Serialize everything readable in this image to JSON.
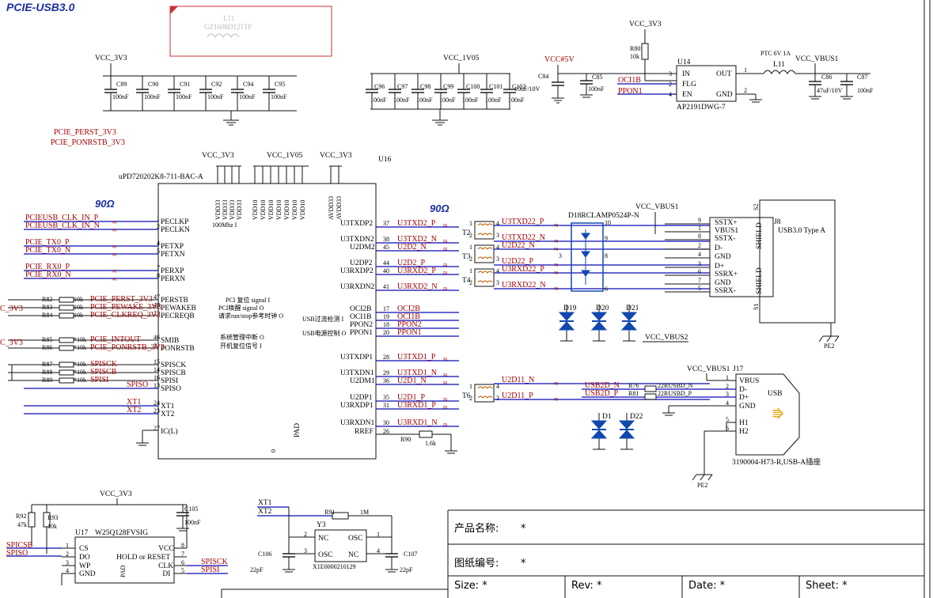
{
  "title": "PCIE-USB3.0",
  "impedance_label": "90Ω",
  "L11_top": {
    "ref": "L11",
    "part": "GZ1608D121TF"
  },
  "power": {
    "vcc3v3": "VCC_3V3",
    "vcc1v05": "VCC_1V05",
    "vcc5v": "VCC#5V",
    "vbus1": "VCC_VBUS1",
    "vbus2": "VCC_VBUS2"
  },
  "caps_left": [
    {
      "ref": "C89",
      "val": "100nF"
    },
    {
      "ref": "C90",
      "val": "100nF"
    },
    {
      "ref": "C91",
      "val": "100nF"
    },
    {
      "ref": "C92",
      "val": "100nF"
    },
    {
      "ref": "C94",
      "val": "100nF"
    },
    {
      "ref": "C95",
      "val": "100nF"
    }
  ],
  "caps_mid": [
    {
      "ref": "C96",
      "val": "100nF"
    },
    {
      "ref": "C97",
      "val": "100nF"
    },
    {
      "ref": "C98",
      "val": "100nF"
    },
    {
      "ref": "C99",
      "val": "100nF"
    },
    {
      "ref": "C100",
      "val": "100nF"
    },
    {
      "ref": "C101",
      "val": "100nF"
    },
    {
      "ref": "C102",
      "val": "100nF"
    }
  ],
  "u14": {
    "ref": "U14",
    "part": "AP2191DWG-7",
    "pins_left": [
      {
        "n": "3",
        "name": "IN"
      },
      {
        "n": "2",
        "name": "FLG"
      },
      {
        "n": "4",
        "name": "EN"
      }
    ],
    "pins_right": [
      {
        "n": "1",
        "name": "OUT"
      },
      {
        "n": "2",
        "name": "GND"
      }
    ],
    "r80": "R80",
    "r80_val": "10k",
    "c84": "C84",
    "c84_val": "10uF/10V",
    "c85": "C85",
    "c85_val": "100nF",
    "oci1b": "OCI1B",
    "ppon1": "PPON1",
    "ptc": "PTC 6V 1A",
    "l11": "L11",
    "c86": "C86",
    "c86_val": "47uF/10V",
    "c87": "C87",
    "c87_val": "100nF"
  },
  "perst_labels": [
    "PCIE_PERST_3V3",
    "PCIE_PONRSTB_3V3"
  ],
  "u16": {
    "ref": "U16",
    "part": "uPD720202K8-711-BAC-A",
    "top_pins_vdd33": [
      "VDD33",
      "VDD33",
      "VDD33",
      "VDD33"
    ],
    "top_pins_vdd10": [
      "VDD10",
      "VDD10",
      "VDD10",
      "VDD10",
      "VDD10",
      "VDD10",
      "VDD10"
    ],
    "top_pins_avdd": [
      "AVDD33",
      "AVDD33"
    ],
    "left": [
      {
        "n": "1",
        "name": "PECLKP",
        "net": "PCIEUSB_CLK_IN_P"
      },
      {
        "n": "2",
        "name": "PECLKN",
        "net": "PCIEUSB_CLK_IN_N"
      },
      {
        "n": "4",
        "name": "PETXP",
        "net": "PCIE_TX0_P"
      },
      {
        "n": "5",
        "name": "PETXN",
        "net": "PCIE_TX0_N"
      },
      {
        "n": "7",
        "name": "PERXP",
        "net": "PCIE_RX0_P"
      },
      {
        "n": "8",
        "name": "PERXN",
        "net": "PCIE_RX0_N"
      },
      {
        "n": "47",
        "name": "PERSTB",
        "net": "PCIE_PERST_3V3",
        "res": "R82",
        "rv": "10k"
      },
      {
        "n": "48",
        "name": "PEWAKEB",
        "net": "PCIE_PEWAKE_3V3",
        "res": "R83",
        "rv": "10k"
      },
      {
        "n": "11",
        "name": "PECREQB",
        "net": "PCIE_CLKREQ_3V3",
        "res": "R84",
        "rv": "10k"
      },
      {
        "n": "46",
        "name": "SMIB",
        "net": "PCIE_INTOUT",
        "res": "R85",
        "rv": "*10k"
      },
      {
        "n": "11",
        "name": "PONRSTB",
        "net": "PCIE_PONRSTB_3V3",
        "res": "R86",
        "rv": "*10k"
      },
      {
        "n": "15",
        "name": "SPISCK",
        "net": "SPISCK",
        "res": "R87",
        "rv": "*10k"
      },
      {
        "n": "14",
        "name": "SPISCB",
        "net": "SPISCB",
        "res": "R88",
        "rv": "*10k"
      },
      {
        "n": "16",
        "name": "SPISI",
        "net": "SPISI",
        "res": "R89",
        "rv": "*10k"
      },
      {
        "n": "13",
        "name": "SPISO",
        "net": "SPISO"
      },
      {
        "n": "24",
        "name": "XT1",
        "net": "XT1"
      },
      {
        "n": "23",
        "name": "XT2",
        "net": "XT2"
      },
      {
        "n": "27",
        "name": "IC(L)",
        "net": ""
      }
    ],
    "notes": [
      "100Mhz I",
      "PCI 复位 signal I",
      "PCI唤醒 signal O",
      "请求run/stop参考时钟 O",
      "系统管理中断 O",
      "开机复位信号 I",
      "USB过流检测 I",
      "USB电源控制 O"
    ],
    "right": [
      {
        "n": "37",
        "name": "U3TXDP2",
        "net": "U3TXD2_P"
      },
      {
        "n": "38",
        "name": "U3TXDN2",
        "net": "U3TXD2_N"
      },
      {
        "n": "45",
        "name": "U2DM2",
        "net": "U2D2_N"
      },
      {
        "n": "44",
        "name": "U2DP2",
        "net": "U2D2_P"
      },
      {
        "n": "40",
        "name": "U3RXDP2",
        "net": "U3RXD2_P"
      },
      {
        "n": "41",
        "name": "U3RXDN2",
        "net": "U3RXD2_N"
      },
      {
        "n": "17",
        "name": "OCI2B",
        "net": "OCI2B"
      },
      {
        "n": "19",
        "name": "OCI1B",
        "net": "OCI1B"
      },
      {
        "n": "18",
        "name": "PPON2",
        "net": "PPON2"
      },
      {
        "n": "20",
        "name": "PPON1",
        "net": "PPON1"
      },
      {
        "n": "28",
        "name": "U3TXDP1",
        "net": "U3TXD1_P"
      },
      {
        "n": "29",
        "name": "U3TXDN1",
        "net": "U3TXD1_N"
      },
      {
        "n": "36",
        "name": "U2DM1",
        "net": "U2D1_N"
      },
      {
        "n": "35",
        "name": "U2DP1",
        "net": "U2D1_P"
      },
      {
        "n": "31",
        "name": "U3RXDP1",
        "net": "U3RXD1_P"
      },
      {
        "n": "30",
        "name": "U3RXDN1",
        "net": "U3RXD1_N"
      },
      {
        "n": "26",
        "name": "RREF",
        "net": ""
      }
    ],
    "pad": "PAD",
    "r90": "R90",
    "r90_val": "1.6k"
  },
  "chokes": [
    "T2",
    "T3",
    "T4",
    "T6"
  ],
  "choke_out": [
    "U3TXD22_P",
    "U3TXD22_N",
    "U2D22_N",
    "U2D22_P",
    "U3RXD22_P",
    "U3RXD22_N",
    "U2D11_N",
    "U2D11_P"
  ],
  "d18": "D18RCLAMP0524P-N",
  "diodes": [
    "D19",
    "D20",
    "D21",
    "D1",
    "D22"
  ],
  "j8": {
    "ref": "J8",
    "type": "USB3.0 Type A",
    "pins": [
      {
        "n": "9",
        "name": "SSTX+"
      },
      {
        "n": "1",
        "name": "VBUS1"
      },
      {
        "n": "8",
        "name": "SSTX-"
      },
      {
        "n": "2",
        "name": "D-"
      },
      {
        "n": "4",
        "name": "GND"
      },
      {
        "n": "3",
        "name": "D+"
      },
      {
        "n": "6",
        "name": "SSRX+"
      },
      {
        "n": "7",
        "name": "GND"
      },
      {
        "n": "5",
        "name": "SSRX-"
      }
    ],
    "shield": "SHIELD",
    "s1": "S1",
    "s2": "S2",
    "pe": "PE2"
  },
  "j17": {
    "ref": "J17",
    "part": "3190004-H73-R,USB-A插座",
    "label": "USB",
    "pins": [
      {
        "n": "1",
        "name": "VBUS"
      },
      {
        "n": "2",
        "name": "D-"
      },
      {
        "n": "3",
        "name": "D+"
      },
      {
        "n": "4",
        "name": "GND"
      },
      {
        "n": "5",
        "name": "H1"
      },
      {
        "n": "6",
        "name": "H2"
      }
    ],
    "usb2d_n": "USB2D_N",
    "usb2d_p": "USB2D_P",
    "r76": "R76",
    "r81": "R81",
    "r76_val": "22RUSBD_N",
    "r81_val": "22RUSBD_P",
    "pe": "PE2"
  },
  "u17": {
    "ref": "U17",
    "part": "W25Q128FVSIG",
    "left": [
      {
        "n": "1",
        "name": "CS"
      },
      {
        "n": "2",
        "name": "DO"
      },
      {
        "n": "3",
        "name": "WP"
      },
      {
        "n": "4",
        "name": "GND"
      }
    ],
    "right": [
      {
        "n": "8",
        "name": "VCC"
      },
      {
        "n": "7",
        "name": "HOLD or RESET"
      },
      {
        "n": "6",
        "name": "CLK"
      },
      {
        "n": "5",
        "name": "DI"
      }
    ],
    "pad": "PAD",
    "r92": "R92",
    "r92_val": "47k",
    "r93": "R93",
    "r93_val": "10k",
    "c105": "C105",
    "c105_val": "100nF",
    "spicsb": "SPICSB",
    "spiso": "SPISO",
    "spisck": "SPISCK",
    "spisi": "SPISI"
  },
  "y3": {
    "ref": "Y3",
    "part": "X1E0000210129",
    "pins": [
      {
        "n": "2",
        "name": "NC"
      },
      {
        "n": "3",
        "name": "OSC"
      },
      {
        "n": "1",
        "name": "OSC"
      },
      {
        "n": "4",
        "name": "NC"
      }
    ],
    "r91": "R91",
    "r91_val": "1M",
    "c106": "C106",
    "c106_val": "22pF",
    "c107": "C107",
    "c107_val": "22pF",
    "xt1": "XT1",
    "xt2": "XT2"
  },
  "title_block": {
    "name_label": "产品名称:",
    "name_val": "*",
    "no_label": "图纸编号:",
    "no_val": "*",
    "size": "Size: *",
    "rev": "Rev: *",
    "date": "Date: *",
    "sheet": "Sheet: *"
  }
}
